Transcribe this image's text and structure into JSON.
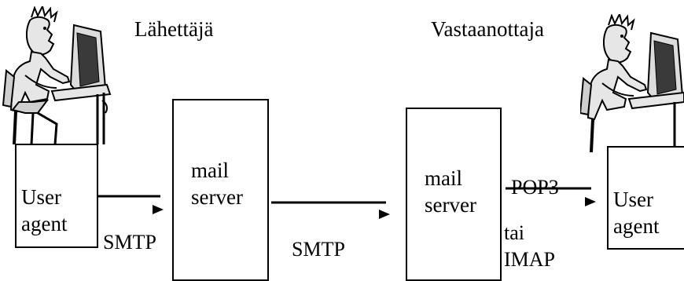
{
  "diagram": {
    "sender_label": "Lähettäjä",
    "receiver_label": "Vastaanottaja",
    "sender_agent": "User\nagent",
    "sender_server": "mail\nserver",
    "receiver_server": "mail\nserver",
    "receiver_agent": "User\nagent",
    "protocol_agent_to_server": "SMTP",
    "protocol_server_to_server": "SMTP",
    "protocol_access_1": "POP3",
    "protocol_access_or": "tai",
    "protocol_access_2": "IMAP"
  },
  "icons": {
    "sender": "person-at-computer-icon",
    "receiver": "person-at-computer-icon"
  }
}
